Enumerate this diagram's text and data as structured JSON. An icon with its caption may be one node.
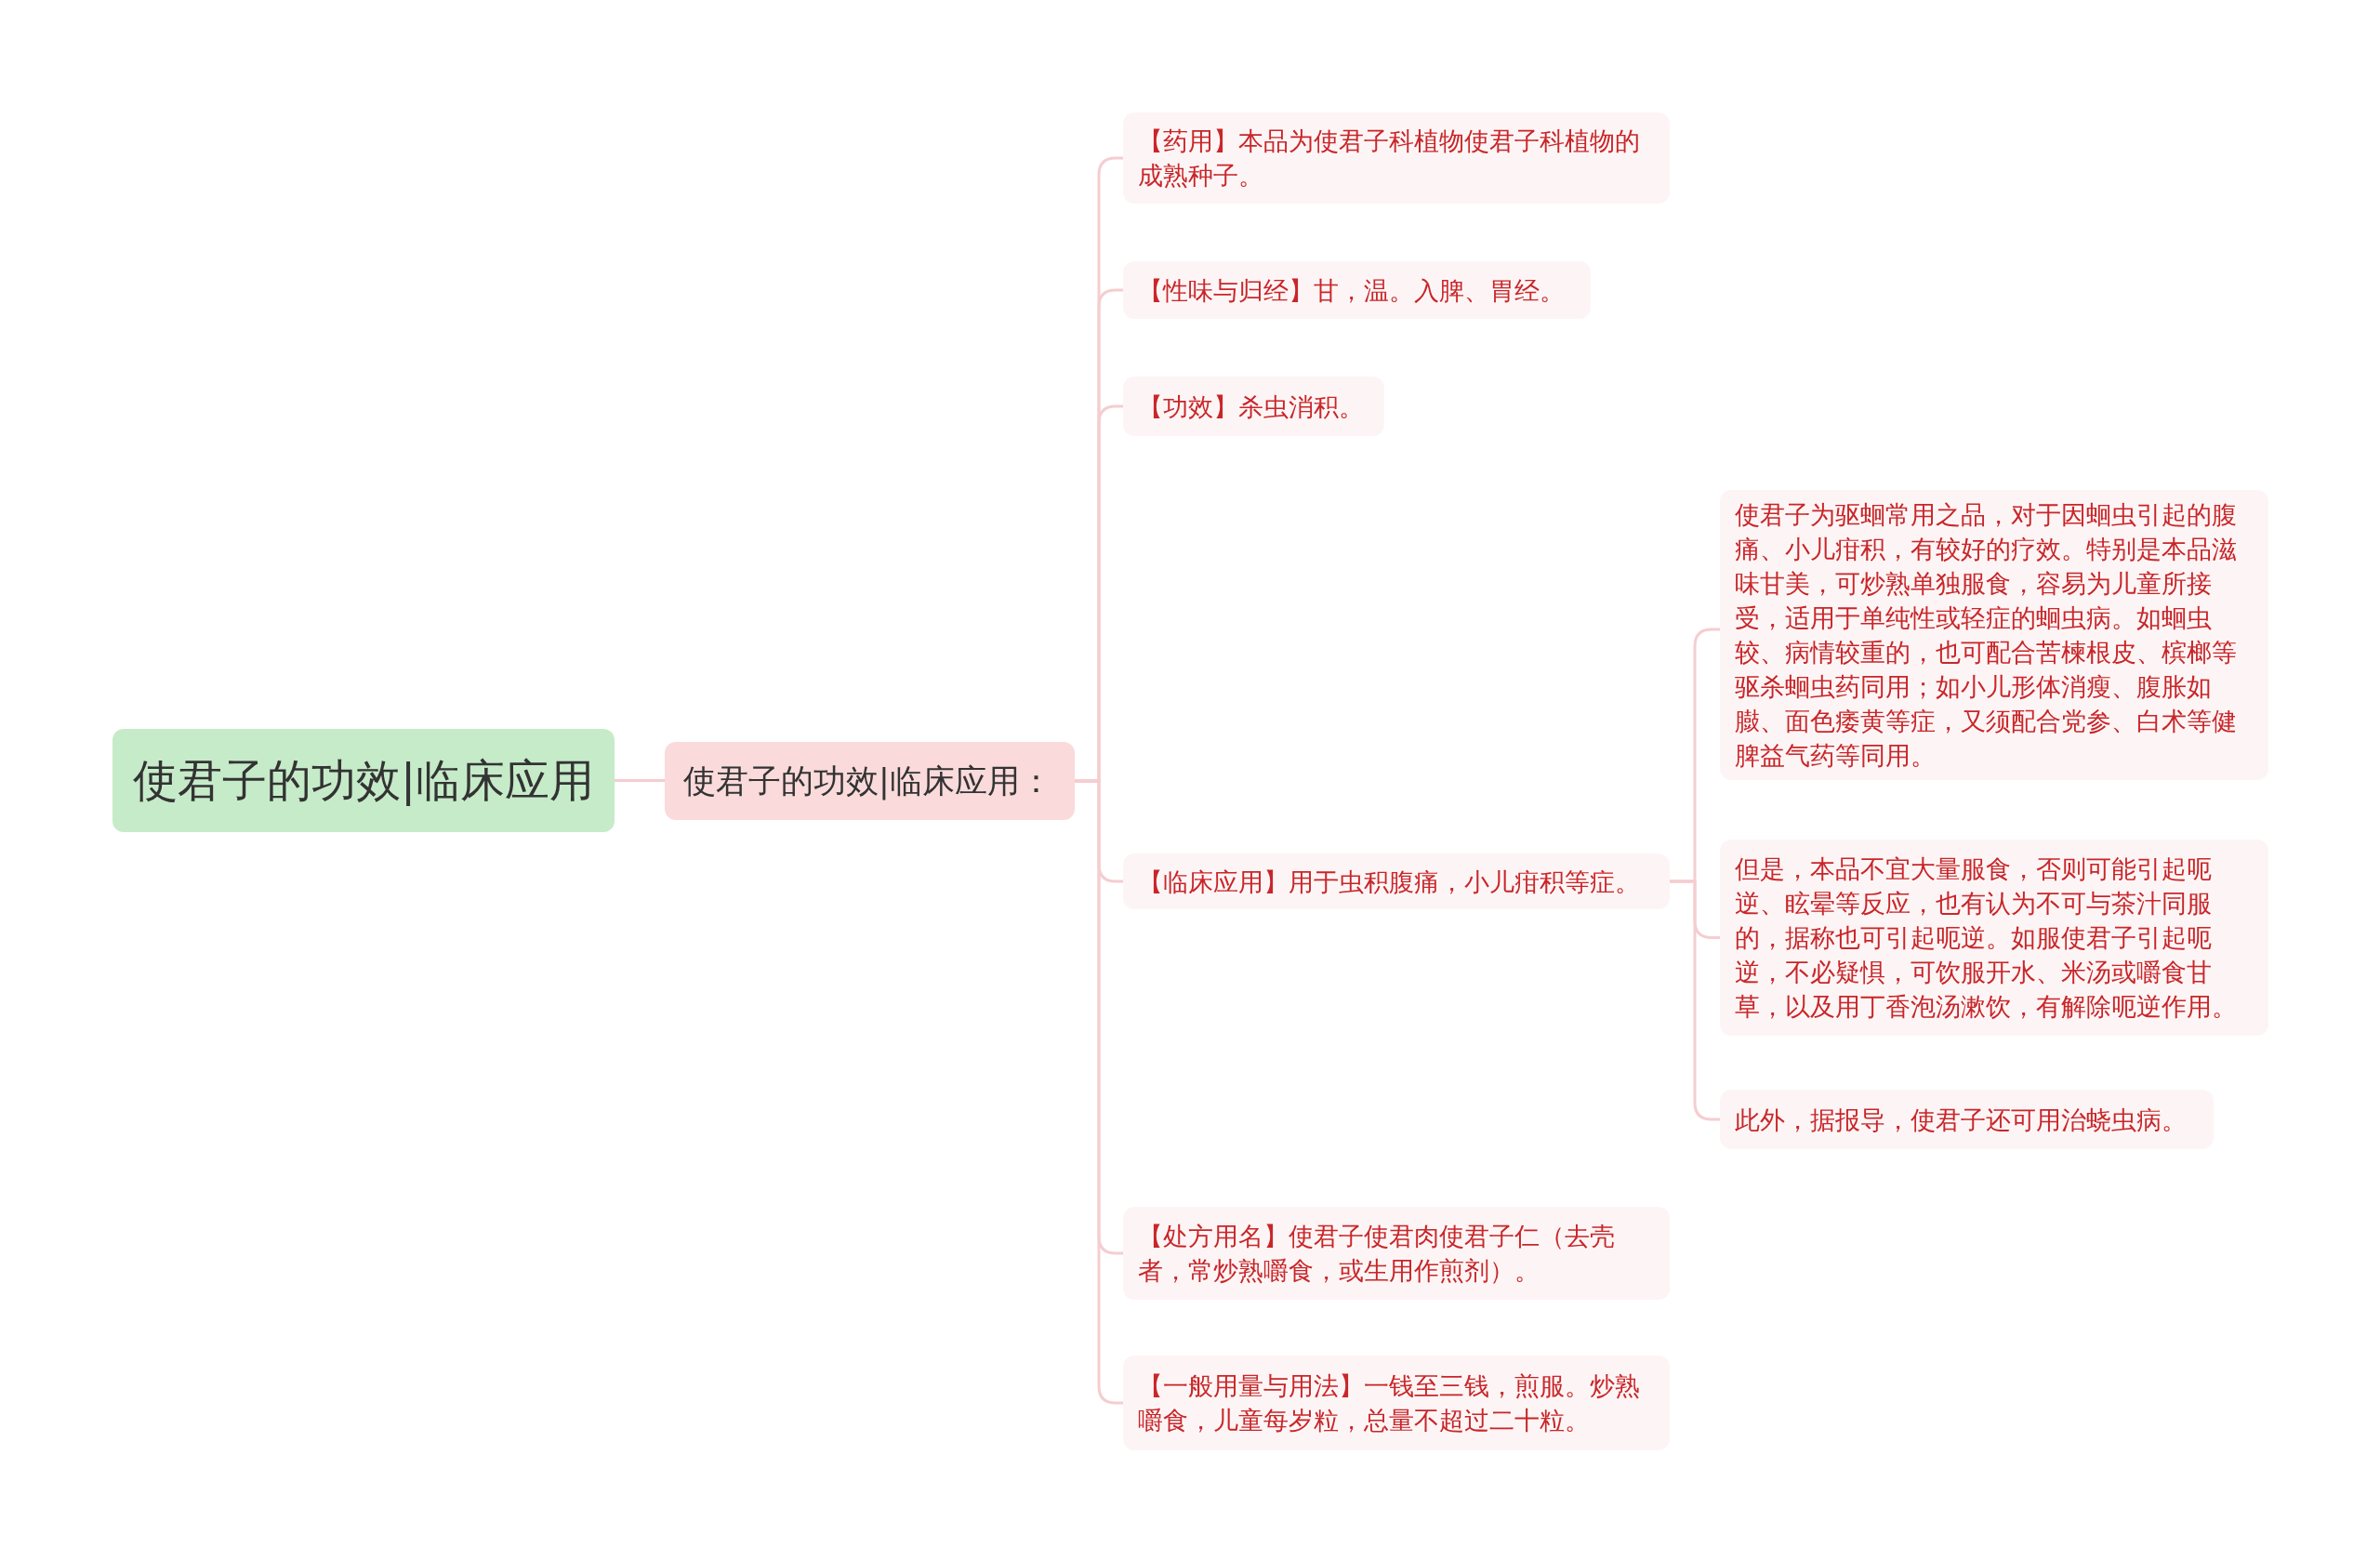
{
  "diagram": {
    "nodes": [
      {
        "text": [
          "使君子的功效|临床应用"
        ]
      },
      {
        "text": [
          "使君子的功效|临床应用："
        ]
      },
      {
        "text": [
          "【药用】本品为使君子科植物使君子科植物的成熟种子。"
        ]
      },
      {
        "text": [
          "【性味与归经】甘，温。入脾、胃经。"
        ]
      },
      {
        "text": [
          "【功效】杀虫消积。"
        ]
      },
      {
        "text": [
          "【临床应用】用于虫积腹痛，小儿疳积等症。"
        ]
      },
      {
        "text": [
          "使君子为驱蛔常用之品，对于因蛔虫引起的腹痛、小儿疳积，有较好的疗效。特别是本品滋味甘美，可炒熟单独服食，容易为儿童所接受，适用于单纯性或轻症的蛔虫病。如蛔虫较、病情较重的，也可配合苦楝根皮、槟榔等驱杀蛔虫药同用；如小儿形体消瘦、腹胀如臌、面色痿黄等症，又须配合党参、白术等健脾益气药等同用。"
        ]
      },
      {
        "text": [
          "但是，本品不宜大量服食，否则可能引起呃逆、眩晕等反应，也有认为不可与茶汁同服的，据称也可引起呃逆。如服使君子引起呃逆，不必疑惧，可饮服开水、米汤或嚼食甘草，以及用丁香泡汤漱饮，有解除呃逆作用。"
        ]
      },
      {
        "text": [
          "此外，据报导，使君子还可用治蛲虫病。"
        ]
      },
      {
        "text": [
          "【处方用名】使君子使君肉使君子仁（去壳者，常炒熟嚼食，或生用作煎剂）。"
        ]
      },
      {
        "text": [
          "【一般用量与用法】一钱至三钱，煎服。炒熟嚼食，儿童每岁粒，总量不超过二十粒。"
        ]
      }
    ],
    "edges": [
      {
        "from": 0,
        "to": 1,
        "arrow": "none"
      },
      {
        "from": 1,
        "to": 2,
        "arrow": "none"
      },
      {
        "from": 1,
        "to": 3,
        "arrow": "none"
      },
      {
        "from": 1,
        "to": 4,
        "arrow": "none"
      },
      {
        "from": 1,
        "to": 5,
        "arrow": "none"
      },
      {
        "from": 1,
        "to": 9,
        "arrow": "none"
      },
      {
        "from": 1,
        "to": 10,
        "arrow": "none"
      },
      {
        "from": 5,
        "to": 6,
        "arrow": "none"
      },
      {
        "from": 5,
        "to": 7,
        "arrow": "none"
      },
      {
        "from": 5,
        "to": 8,
        "arrow": "none"
      }
    ]
  }
}
